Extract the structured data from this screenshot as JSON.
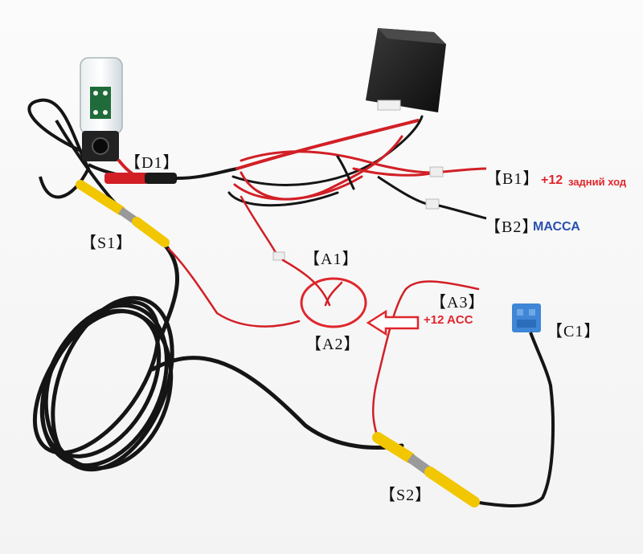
{
  "labels": {
    "d1": "【D1】",
    "s1": "【S1】",
    "a1": "【A1】",
    "a2": "【A2】",
    "a3": "【A3】",
    "b1": "【B1】",
    "b2": "【B2】",
    "c1": "【C1】",
    "s2": "【S2】"
  },
  "notes": {
    "b1_plus": "+12",
    "b1_text": "задний ход",
    "b2_text": "МАССА",
    "a3_text": "+12 ACC"
  },
  "colors": {
    "wire_red": "#d21f26",
    "wire_black": "#151515",
    "connector_yellow": "#f2c600",
    "connector_blue": "#3f86d6",
    "annotation_red": "#e0262b",
    "annotation_blue": "#2a4fb0"
  },
  "icons": {
    "camera": "camera-icon",
    "control_box": "control-box-icon",
    "arrow": "arrow-left-icon",
    "circle": "highlight-circle-icon"
  }
}
